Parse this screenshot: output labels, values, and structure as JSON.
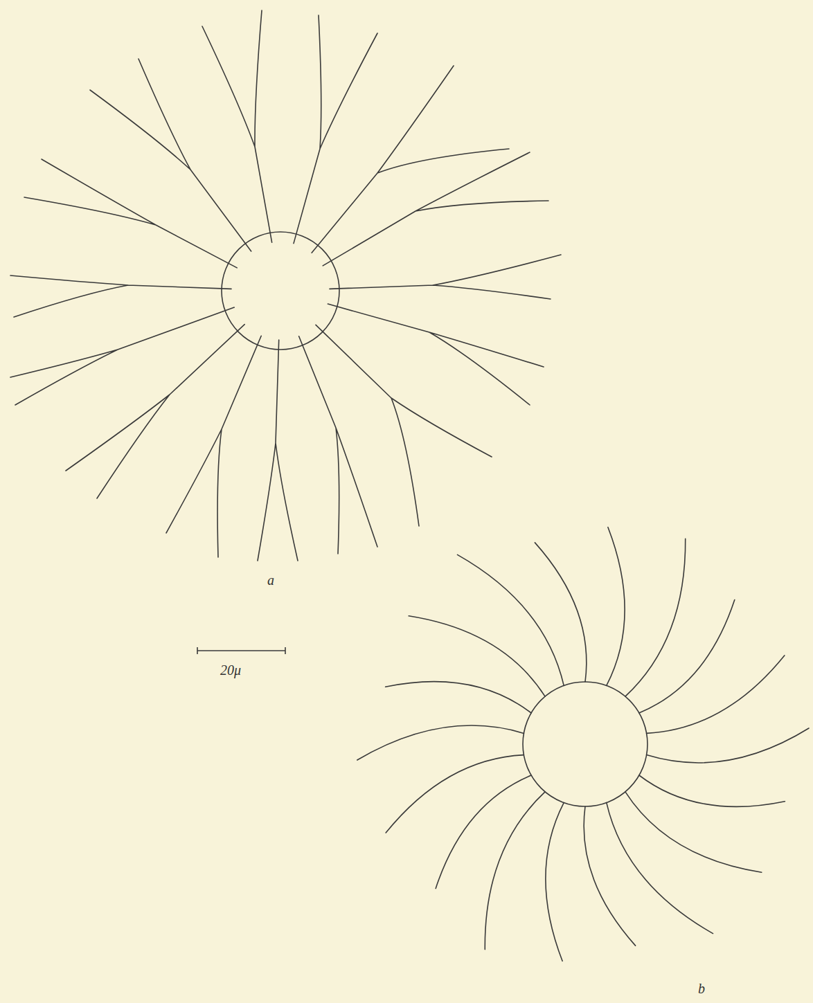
{
  "diagram": {
    "labels": [
      "a",
      "20μ",
      "b"
    ]
  }
}
